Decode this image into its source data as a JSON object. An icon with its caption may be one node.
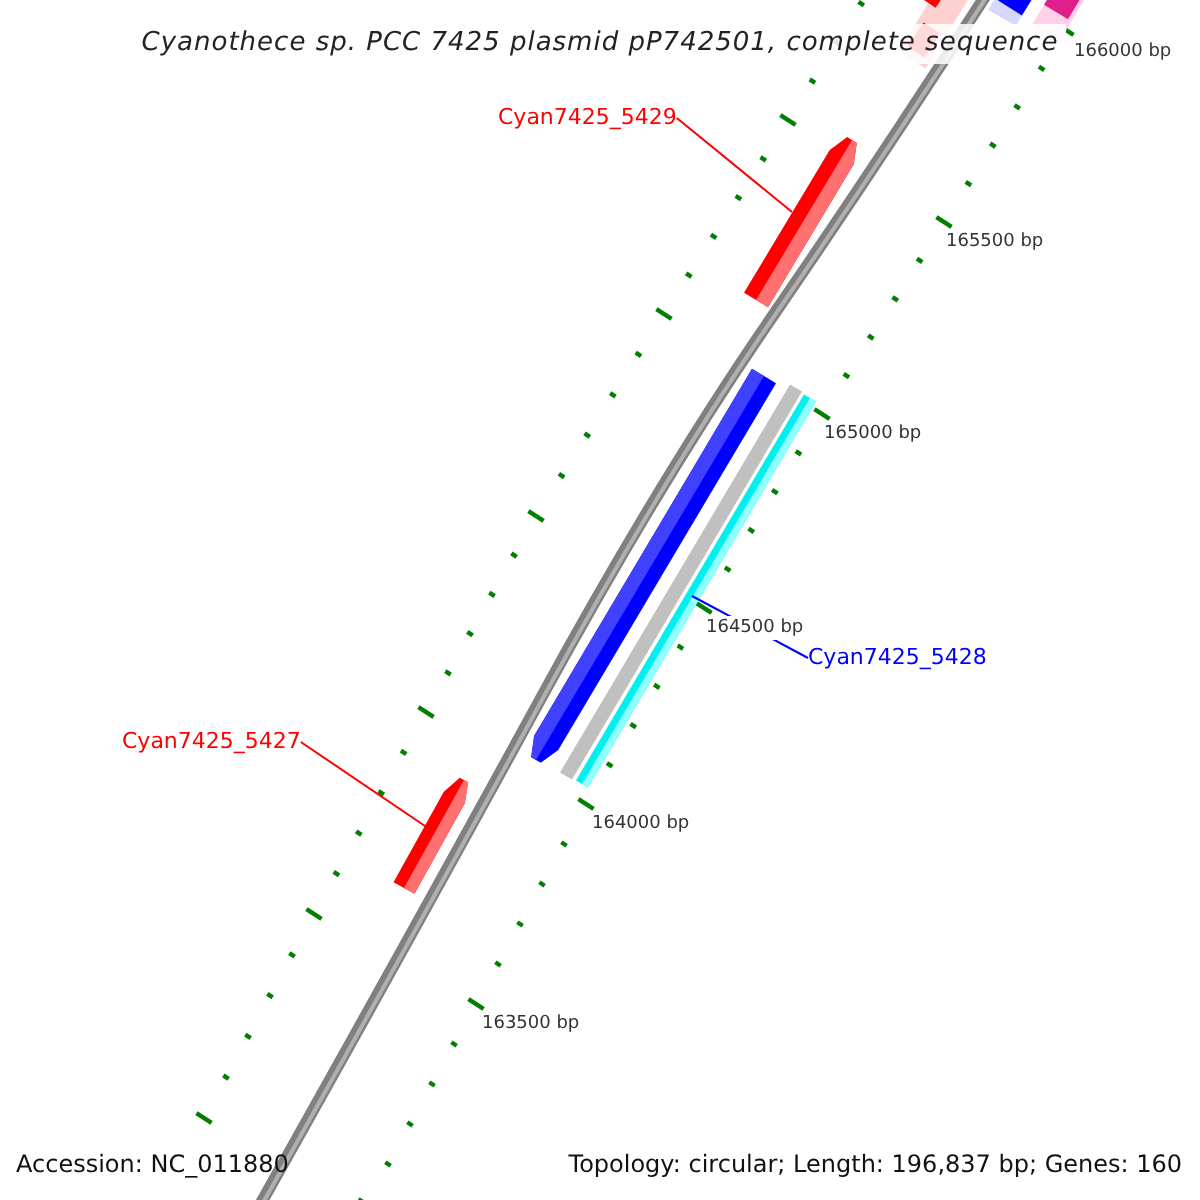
{
  "diagram": {
    "title": "Cyanothece sp. PCC 7425 plasmid pP742501, complete sequence",
    "nodes": [
      {
        "text": [
          "Cyan7425_5429"
        ]
      },
      {
        "text": [],
        "shape": "arrow"
      },
      {
        "text": [],
        "shape": "bar"
      },
      {
        "text": [
          "Cyan7425_5428"
        ]
      },
      {
        "text": [
          "Cyan7425_5427"
        ]
      },
      {
        "text": [],
        "shape": "arrow"
      }
    ],
    "edges": [
      {
        "from": 0,
        "to": 1,
        "arrow": "none"
      },
      {
        "from": 3,
        "to": 2,
        "arrow": "none",
        "color": "#0000ff"
      },
      {
        "from": 4,
        "to": 5,
        "arrow": "none"
      }
    ],
    "labels": [
      "166000 bp",
      "165500 bp",
      "165000 bp",
      "164500 bp",
      "164000 bp",
      "163500 bp",
      "Accession: NC_011880",
      "Topology: circular; Length: 196,837 bp; Genes: 160"
    ]
  }
}
